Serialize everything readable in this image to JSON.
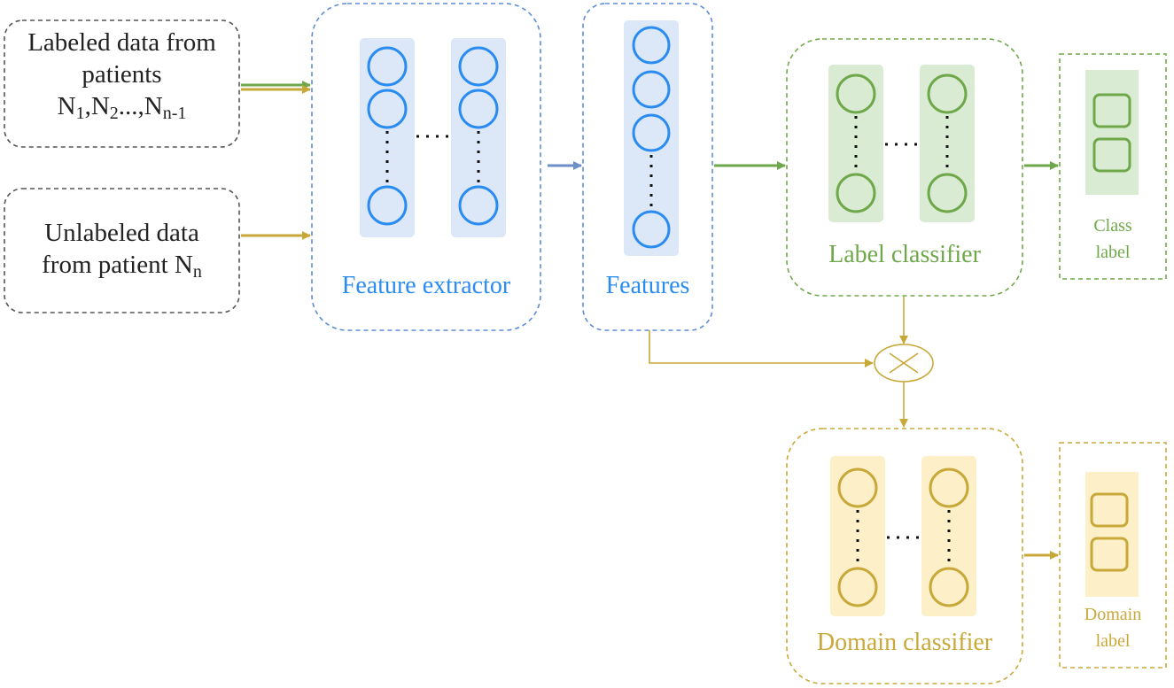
{
  "inputs": {
    "labeled_line1": "Labeled data from",
    "labeled_line2": "patients",
    "labeled_n": "N",
    "labeled_sub1": "1",
    "labeled_sep1": ",N",
    "labeled_sub2": "2",
    "labeled_sep2": "...,N",
    "labeled_sub3": "n-1",
    "unlabeled_line1": "Unlabeled data",
    "unlabeled_line2": "from patient N",
    "unlabeled_sub": "n"
  },
  "feature_extractor": {
    "label": "Feature extractor"
  },
  "features": {
    "label": "Features"
  },
  "label_classifier": {
    "label": "Label classifier"
  },
  "class_label": {
    "line1": "Class",
    "line2": "label"
  },
  "domain_classifier": {
    "label": "Domain classifier"
  },
  "domain_label": {
    "line1": "Domain",
    "line2": "label"
  },
  "colors": {
    "blue": "#2a8cf0",
    "blue_fill": "#dce8f8",
    "green": "#6fa84a",
    "green_fill": "#d9ebd3",
    "gold": "#c9a83a",
    "gold_fill": "#fdf0c8",
    "dark": "#444444"
  }
}
